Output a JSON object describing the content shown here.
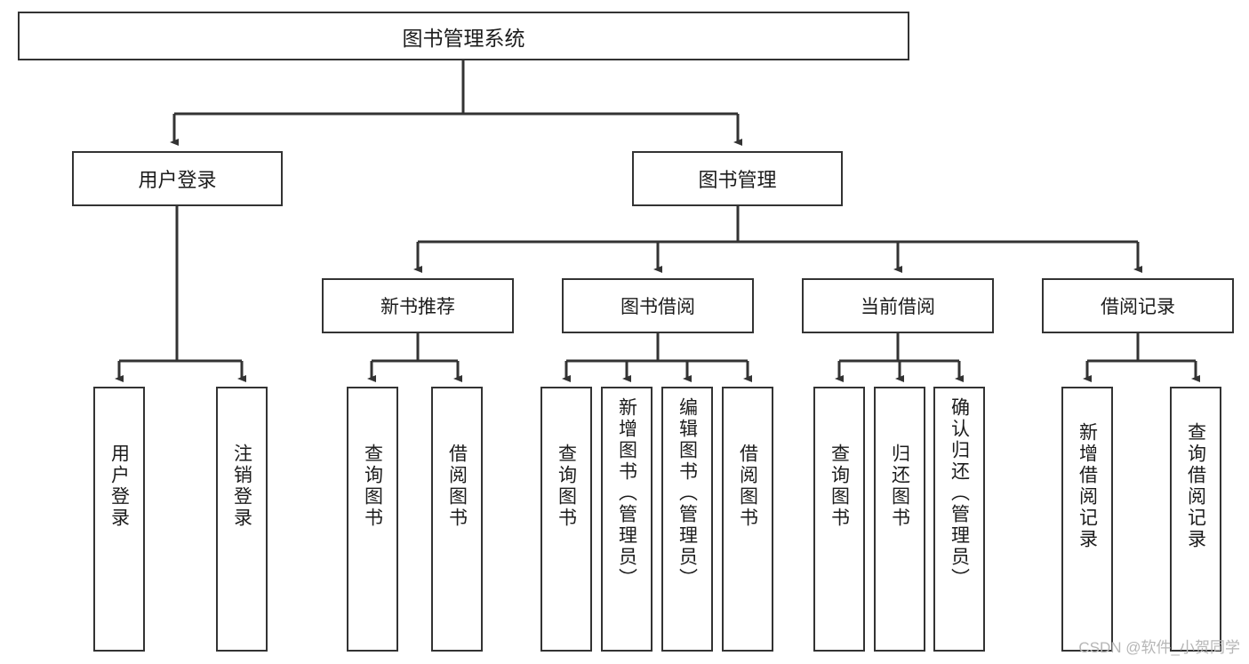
{
  "diagram": {
    "title": "图书管理系统",
    "type": "hierarchy-tree",
    "root": {
      "label": "图书管理系统"
    },
    "level2": [
      {
        "label": "用户登录"
      },
      {
        "label": "图书管理"
      }
    ],
    "level3": [
      {
        "label": "新书推荐"
      },
      {
        "label": "图书借阅"
      },
      {
        "label": "当前借阅"
      },
      {
        "label": "借阅记录"
      }
    ],
    "leaves": [
      {
        "label": "用户登录"
      },
      {
        "label": "注销登录"
      },
      {
        "label": "查询图书"
      },
      {
        "label": "借阅图书"
      },
      {
        "label": "查询图书"
      },
      {
        "label": "新增图书（管理员）"
      },
      {
        "label": "编辑图书（管理员）"
      },
      {
        "label": "借阅图书"
      },
      {
        "label": "查询图书"
      },
      {
        "label": "归还图书"
      },
      {
        "label": "确认归还（管理员）"
      },
      {
        "label": "新增借阅记录"
      },
      {
        "label": "查询借阅记录"
      }
    ]
  },
  "watermark": {
    "text": "CSDN @软件_小贺同学"
  },
  "colors": {
    "stroke": "#333333",
    "background": "#ffffff",
    "text": "#1c1c1c",
    "watermark": "#b6b6b6"
  }
}
